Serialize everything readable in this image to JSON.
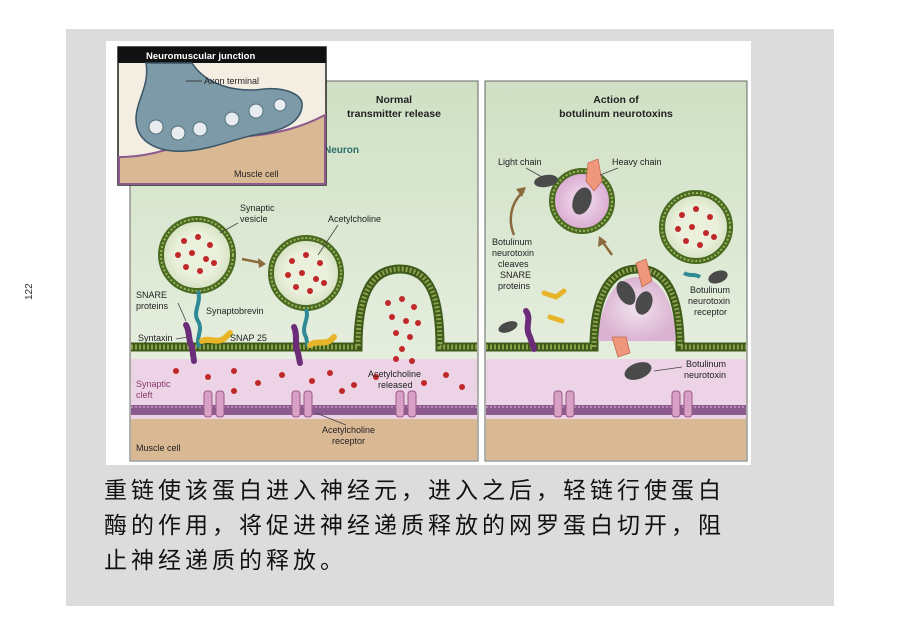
{
  "page_number": "122",
  "figure": {
    "inset": {
      "title": "Neuromuscular junction",
      "axon_terminal": "Axon terminal",
      "muscle_cell": "Muscle cell"
    },
    "left_panel": {
      "title_line1": "Normal",
      "title_line2": "transmitter release",
      "neuron": "Neuron",
      "synaptic_vesicle_line1": "Synaptic",
      "synaptic_vesicle_line2": "vesicle",
      "acetylcholine": "Acetylcholine",
      "snare_line1": "SNARE",
      "snare_line2": "proteins",
      "synaptobrevin": "Synaptobrevin",
      "syntaxin": "Syntaxin",
      "snap25": "SNAP 25",
      "ach_released_line1": "Acetylcholine",
      "ach_released_line2": "released",
      "synaptic_cleft_line1": "Synaptic",
      "synaptic_cleft_line2": "cleft",
      "ach_receptor_line1": "Acetylcholine",
      "ach_receptor_line2": "receptor",
      "muscle_cell": "Muscle cell"
    },
    "right_panel": {
      "title_line1": "Action of",
      "title_line2": "botulinum neurotoxins",
      "light_chain": "Light chain",
      "heavy_chain": "Heavy chain",
      "cleaves_line1": "Botulinum",
      "cleaves_line2": "neurotoxin",
      "cleaves_line3": "cleaves",
      "cleaves_line4": "SNARE",
      "cleaves_line5": "proteins",
      "receptor_line1": "Botulinum",
      "receptor_line2": "neurotoxin",
      "receptor_line3": "receptor",
      "toxin_line1": "Botulinum",
      "toxin_line2": "neurotoxin"
    },
    "colors": {
      "neuron_bg": "#dde8d2",
      "cleft": "#ecd3e6",
      "muscle": "#d9b894",
      "membrane": "#5c7a2e",
      "ach": "#c0282a",
      "receptor": "#d9a0c6",
      "snare_purple": "#6b2d7a",
      "snare_yellow": "#e8b52a",
      "snare_teal": "#2f8a96",
      "toxin_dark": "#4a4a4a",
      "toxin_salmon": "#f0967a"
    }
  },
  "caption": {
    "line1": "重链使该蛋白进入神经元，进入之后，轻链行使蛋白",
    "line2": "酶的作用，将促进神经递质释放的网罗蛋白切开，阻",
    "line3": "止神经递质的释放。"
  }
}
